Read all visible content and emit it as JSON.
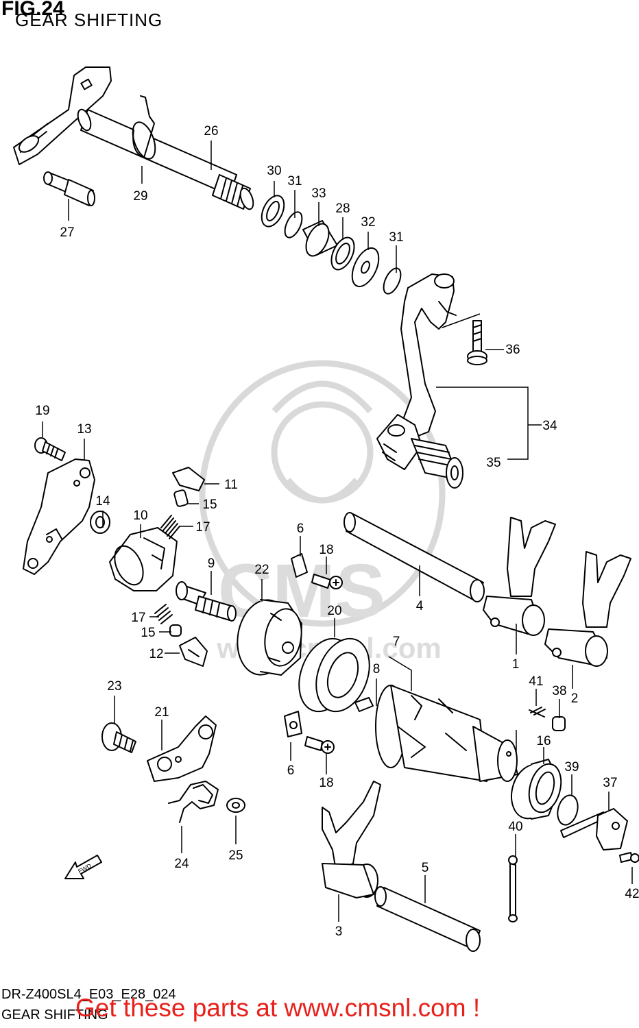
{
  "header": {
    "fig_label": "FIG.24",
    "title": "GEAR SHIFTING"
  },
  "footer": {
    "code": "DR-Z400SL4_E03_E28_024",
    "title": "GEAR SHIFTING",
    "promo": "Get these parts at www.cmsnl.com !"
  },
  "watermark": {
    "text": "CMS",
    "url": "www.cmsnl.com"
  },
  "fwd_arrow": "FWD",
  "callouts": [
    "1",
    "2",
    "3",
    "4",
    "5",
    "6",
    "6",
    "7",
    "8",
    "9",
    "10",
    "11",
    "12",
    "13",
    "14",
    "15",
    "15",
    "16",
    "17",
    "17",
    "18",
    "18",
    "19",
    "20",
    "21",
    "22",
    "23",
    "24",
    "25",
    "26",
    "27",
    "28",
    "29",
    "30",
    "31",
    "31",
    "32",
    "33",
    "34",
    "35",
    "36",
    "37",
    "38",
    "39",
    "40",
    "41",
    "42"
  ]
}
